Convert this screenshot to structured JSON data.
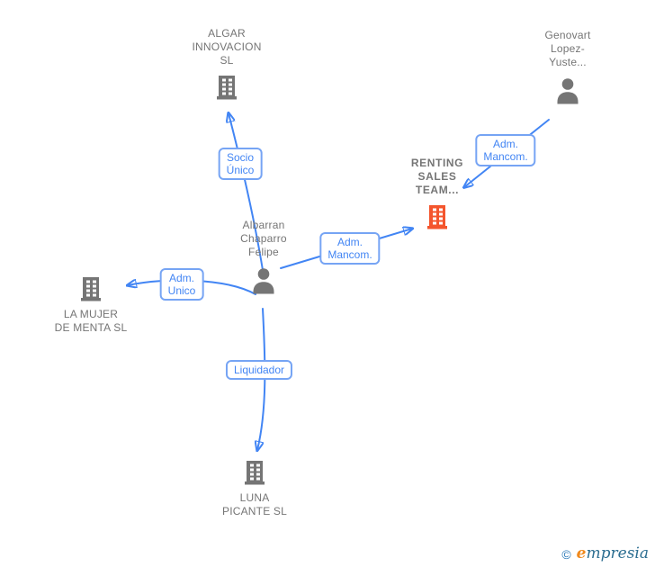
{
  "colors": {
    "background": "#ffffff",
    "node_gray": "#757575",
    "node_focus_orange": "#F4552D",
    "edge_blue": "#4285F4",
    "label_border_blue": "#76A4F4",
    "watermark_blue": "#2878B8",
    "watermark_orange": "#F08A1E",
    "watermark_dark_blue": "#2C6E91"
  },
  "nodes": {
    "algar": {
      "lines": [
        "ALGAR",
        "INNOVACION",
        "SL"
      ],
      "icon": "building-icon"
    },
    "genovart": {
      "lines": [
        "Genovart",
        "Lopez-",
        "Yuste..."
      ],
      "icon": "person-icon"
    },
    "renting": {
      "lines": [
        "RENTING",
        "SALES",
        "TEAM..."
      ],
      "icon": "building-icon"
    },
    "albarran": {
      "lines": [
        "Albarran",
        "Chaparro",
        "Felipe"
      ],
      "icon": "person-icon"
    },
    "la_mujer": {
      "lines": [
        "LA MUJER",
        "DE MENTA SL"
      ],
      "icon": "building-icon"
    },
    "luna": {
      "lines": [
        "LUNA",
        "PICANTE SL"
      ],
      "icon": "building-icon"
    }
  },
  "edge_labels": {
    "socio_unico": {
      "lines": [
        "Socio",
        "Único"
      ]
    },
    "adm_mancom_top": {
      "lines": [
        "Adm.",
        "Mancom."
      ]
    },
    "adm_mancom_center": {
      "lines": [
        "Adm.",
        "Mancom."
      ]
    },
    "adm_unico": {
      "lines": [
        "Adm.",
        "Unico"
      ]
    },
    "liquidador": {
      "lines": [
        "Liquidador"
      ]
    }
  },
  "relationships": [
    {
      "from": "Albarran Chaparro Felipe",
      "to": "ALGAR INNOVACION SL",
      "label": "Socio Único"
    },
    {
      "from": "Genovart Lopez-Yuste...",
      "to": "RENTING SALES TEAM...",
      "label": "Adm. Mancom."
    },
    {
      "from": "Albarran Chaparro Felipe",
      "to": "RENTING SALES TEAM...",
      "label": "Adm. Mancom."
    },
    {
      "from": "Albarran Chaparro Felipe",
      "to": "LA MUJER DE MENTA SL",
      "label": "Adm. Unico"
    },
    {
      "from": "Albarran Chaparro Felipe",
      "to": "LUNA PICANTE SL",
      "label": "Liquidador"
    }
  ],
  "watermark": {
    "copyright": "©",
    "brand_e": "e",
    "brand_rest": "mpresia"
  }
}
